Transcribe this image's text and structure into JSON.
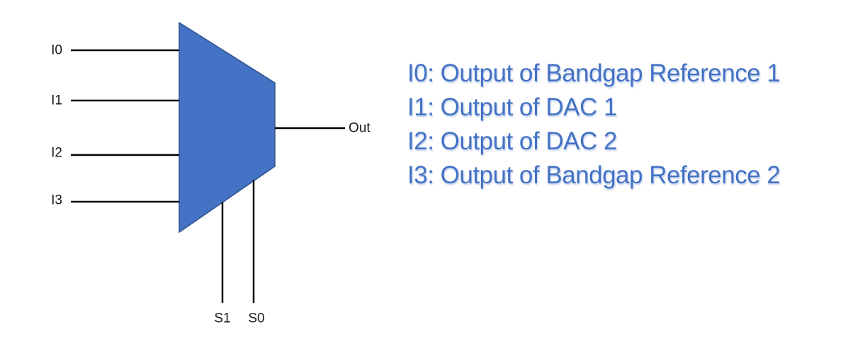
{
  "diagram": {
    "type": "4-to-1 multiplexer",
    "inputs": [
      "I0",
      "I1",
      "I2",
      "I3"
    ],
    "selects": [
      "S1",
      "S0"
    ],
    "output_label": "Out"
  },
  "annotations": {
    "items": [
      "I0: Output of Bandgap Reference 1",
      "I1: Output of DAC 1",
      "I2: Output of DAC 2",
      "I3: Output of Bandgap Reference 2"
    ]
  },
  "colors": {
    "shape_fill": "#4472C4",
    "shape_stroke": "#2F528F",
    "line": "#000000",
    "annotation_text": "#4472C4"
  }
}
